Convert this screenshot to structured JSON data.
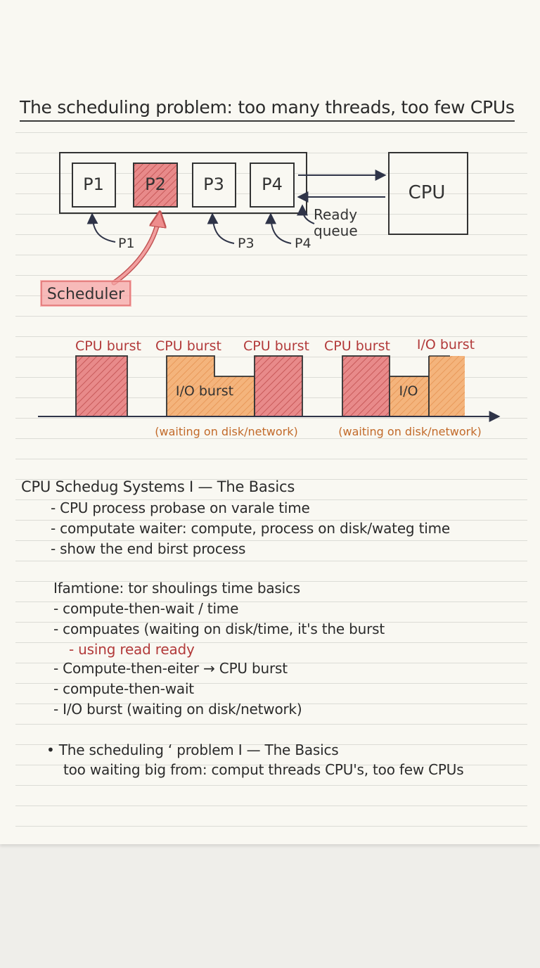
{
  "title": "The scheduling problem: too many threads, too few CPUs",
  "queue": {
    "processes": [
      "P1",
      "P2",
      "P3",
      "P4"
    ],
    "pointer_labels": [
      "P1",
      "P3",
      "P4"
    ],
    "ready_label_line1": "Ready",
    "ready_label_line2": "queue",
    "cpu_label": "CPU",
    "scheduler_label": "Scheduler"
  },
  "timeline": {
    "labels": [
      "CPU burst",
      "CPU burst",
      "CPU burst",
      "CPU burst",
      "I/O burst"
    ],
    "io_inner_labels": [
      "I/O burst",
      "I/O"
    ],
    "waiting_labels": [
      "(waiting on disk/network)",
      "(waiting on disk/network)"
    ]
  },
  "colors": {
    "cpu_burst": "#e88a8a",
    "io_burst": "#f2b07a",
    "scheduler": "#f29b9b",
    "red_text": "#b23a3a",
    "orange_text": "#c26a2a"
  },
  "notes": {
    "section1_heading": "CPU Schedug Systems I — The Basics",
    "section1_items": [
      "- CPU process probase on varale time",
      "- computate waiter: compute, process on disk/wateg time",
      "- show  the end birst process"
    ],
    "section2_heading": "Ifamtione: tor shoulings time basics",
    "section2_items": [
      "- compute-then-wait / time",
      "- compuates (waiting on disk/time, it's the burst",
      "- using read ready",
      "- Compute-then-eiter → CPU burst",
      "- compute-then-wait",
      "- I/O burst (waiting on disk/network)"
    ],
    "section3_line1": "• The scheduling ‘ problem I — The Basics",
    "section3_line2": "too waiting big from: comput threads CPU's, too few CPUs"
  }
}
